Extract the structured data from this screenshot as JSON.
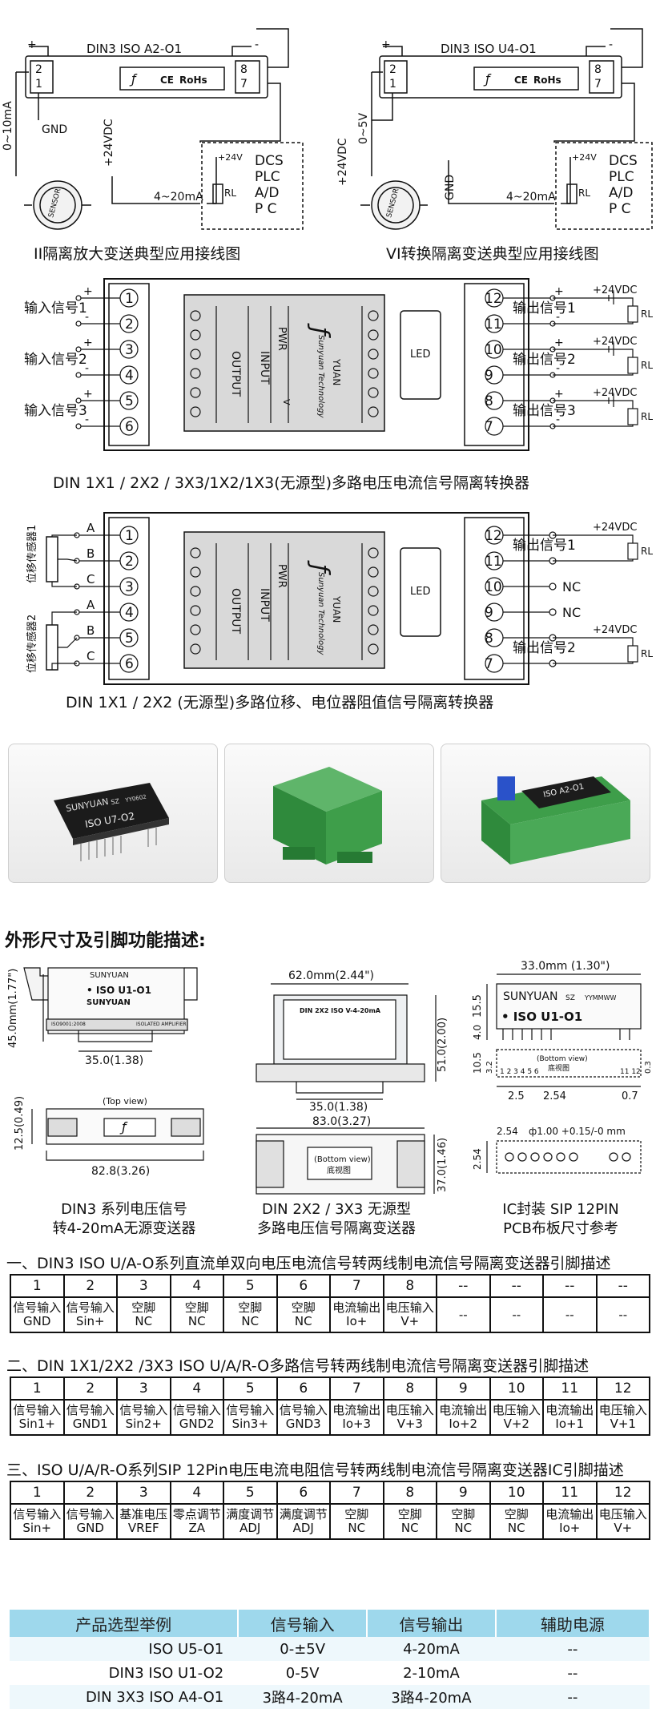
{
  "wiring_top": {
    "left": {
      "module": "DIN3 ISO A2-O1",
      "in_signal": "0~10mA",
      "gnd": "GND",
      "sensor": "SENSOR",
      "supply": "+24VDC",
      "loop": "4~20mA",
      "rl": "RL",
      "p24": "+24V",
      "dcs": [
        "DCS",
        "PLC",
        "A/D",
        "P C"
      ],
      "caption": "II隔离放大变送典型应用接线图"
    },
    "right": {
      "module": "DIN3 ISO U4-O1",
      "in_signal": "0~5V",
      "gnd": "GND",
      "sensor": "SENSOR",
      "supply": "+24VDC",
      "loop": "4~20mA",
      "rl": "RL",
      "p24": "+24V",
      "dcs": [
        "DCS",
        "PLC",
        "A/D",
        "P C"
      ],
      "caption": "VI转换隔离变送典型应用接线图"
    },
    "term_top": [
      "2",
      "1"
    ],
    "term_bot": [
      "8",
      "7"
    ],
    "label": "RoHs",
    "ce": "CE"
  },
  "din_multi": {
    "inputs": [
      "输入信号1",
      "输入信号2",
      "输入信号3"
    ],
    "outputs": [
      "输出信号1",
      "输出信号2",
      "输出信号3"
    ],
    "left_pins": [
      "1",
      "2",
      "3",
      "4",
      "5",
      "6"
    ],
    "right_pins": [
      "12",
      "11",
      "10",
      "9",
      "8",
      "7"
    ],
    "supply": "+24VDC",
    "rl": "RL",
    "led": "LED",
    "label_out": "OUTPUT",
    "label_in": "INPUT",
    "label_pwr": "PWR",
    "label_v": "V",
    "brand1": "YUAN",
    "brand2": "Sunyuan Technology",
    "caption": "DIN 1X1 / 2X2 / 3X3/1X2/1X3(无源型)多路电压电流信号隔离转换器"
  },
  "din_pot": {
    "sensors": [
      "位移传感器1",
      "位移传感器2"
    ],
    "abc": [
      "A",
      "B",
      "C"
    ],
    "nc": "NC",
    "outputs": [
      "输出信号1",
      "输出信号2"
    ],
    "caption": "DIN 1X1 / 2X2 (无源型)多路位移、电位器阻值信号隔离转换器"
  },
  "photos": {
    "chip_brand": "SUNYUAN",
    "chip_sz": "SZ",
    "chip_code": "YY0602",
    "chip_model": "ISO U7-O2",
    "rail_model": "ISO A2-O1"
  },
  "dimensions": {
    "title": "外形尺寸及引脚功能描述:",
    "din3": {
      "height": "45.0mm(1.77\")",
      "width": "35.0(1.38)",
      "top_h": "12.5(0.49)",
      "top_w": "82.8(3.26)",
      "top_view": "(Top view)",
      "brand": "SUNYUAN",
      "model": "• ISO U1-O1",
      "cert": "ISO9001:2008",
      "isolated": "ISOLATED AMPLIFIER",
      "caption": [
        "DIN3 系列电压信号",
        "转4-20mA无源变送器"
      ]
    },
    "din2x2": {
      "width": "62.0mm(2.44\")",
      "height": "51.0(2.00)",
      "base": "35.0(1.38)",
      "bottom_w": "83.0(3.27)",
      "bottom_h": "37.0(1.46)",
      "bottom_view": [
        "(Bottom view)",
        "底视图"
      ],
      "label": "DIN 2X2 ISO V-4-20mA",
      "caption": [
        "DIN 2X2 / 3X3 无源型",
        "多路电压信号隔离变送器"
      ]
    },
    "sip": {
      "width": "33.0mm (1.30\")",
      "h1": "15.5",
      "h2": "4.0",
      "brand": "SUNYUAN",
      "sz": "SZ",
      "code": "YYMMWW",
      "model": "• ISO U1-O1",
      "pin_h1": "10.5",
      "pin_h2": "3.2",
      "pins": "1 2 3 4 5 6",
      "pins_r": "11 12",
      "pitch1": "2.5",
      "pitch2": "2.54",
      "lead": "0.7",
      "lead_t": "0.3",
      "bottom_view": [
        "(Bottom view)",
        "底视图"
      ],
      "pcb_pitch": "2.54",
      "hole": "ф1.00 +0.15/-0 mm",
      "pcb_h": "2.54",
      "caption": [
        "IC封装 SIP 12PIN",
        "PCB布板尺寸参考"
      ]
    }
  },
  "table1": {
    "title": "一、DIN3 ISO U/A-O系列直流单双向电压电流信号转两线制电流信号隔离变送器引脚描述",
    "nums": [
      "1",
      "2",
      "3",
      "4",
      "5",
      "6",
      "7",
      "8",
      "--",
      "--",
      "--",
      "--"
    ],
    "labels": [
      [
        "信号输入",
        "GND"
      ],
      [
        "信号输入",
        "Sin+"
      ],
      [
        "空脚",
        "NC"
      ],
      [
        "空脚",
        "NC"
      ],
      [
        "空脚",
        "NC"
      ],
      [
        "空脚",
        "NC"
      ],
      [
        "电流输出",
        "Io+"
      ],
      [
        "电压输入",
        "V+"
      ],
      [
        "--",
        ""
      ],
      [
        "--",
        ""
      ],
      [
        "--",
        ""
      ],
      [
        "--",
        ""
      ]
    ]
  },
  "table2": {
    "title": "二、DIN 1X1/2X2 /3X3 ISO U/A/R-O多路信号转两线制电流信号隔离变送器引脚描述",
    "nums": [
      "1",
      "2",
      "3",
      "4",
      "5",
      "6",
      "7",
      "8",
      "9",
      "10",
      "11",
      "12"
    ],
    "labels": [
      [
        "信号输入",
        "Sin1+"
      ],
      [
        "信号输入",
        "GND1"
      ],
      [
        "信号输入",
        "Sin2+"
      ],
      [
        "信号输入",
        "GND2"
      ],
      [
        "信号输入",
        "Sin3+"
      ],
      [
        "信号输入",
        "GND3"
      ],
      [
        "电流输出",
        "Io+3"
      ],
      [
        "电压输入",
        "V+3"
      ],
      [
        "电流输出",
        "Io+2"
      ],
      [
        "电压输入",
        "V+2"
      ],
      [
        "电流输出",
        "Io+1"
      ],
      [
        "电压输入",
        "V+1"
      ]
    ]
  },
  "table3": {
    "title": "三、ISO U/A/R-O系列SIP 12Pin电压电流电阻信号转两线制电流信号隔离变送器IC引脚描述",
    "nums": [
      "1",
      "2",
      "3",
      "4",
      "5",
      "6",
      "7",
      "8",
      "9",
      "10",
      "11",
      "12"
    ],
    "labels": [
      [
        "信号输入",
        "Sin+"
      ],
      [
        "信号输入",
        "GND"
      ],
      [
        "基准电压",
        "VREF"
      ],
      [
        "零点调节",
        "ZA"
      ],
      [
        "满度调节",
        "ADJ"
      ],
      [
        "满度调节",
        "ADJ"
      ],
      [
        "空脚",
        "NC"
      ],
      [
        "空脚",
        "NC"
      ],
      [
        "空脚",
        "NC"
      ],
      [
        "空脚",
        "NC"
      ],
      [
        "电流输出",
        "Io+"
      ],
      [
        "电压输入",
        "V+"
      ]
    ]
  },
  "selection": {
    "headers": [
      "产品选型举例",
      "信号输入",
      "信号输出",
      "辅助电源"
    ],
    "rows": [
      [
        "ISO U5-O1",
        "0-±5V",
        "4-20mA",
        "--"
      ],
      [
        "DIN3 ISO U1-O2",
        "0-5V",
        "2-10mA",
        "--"
      ],
      [
        "DIN 3X3 ISO A4-O1",
        "3路4-20mA",
        "3路4-20mA",
        "--"
      ]
    ]
  }
}
